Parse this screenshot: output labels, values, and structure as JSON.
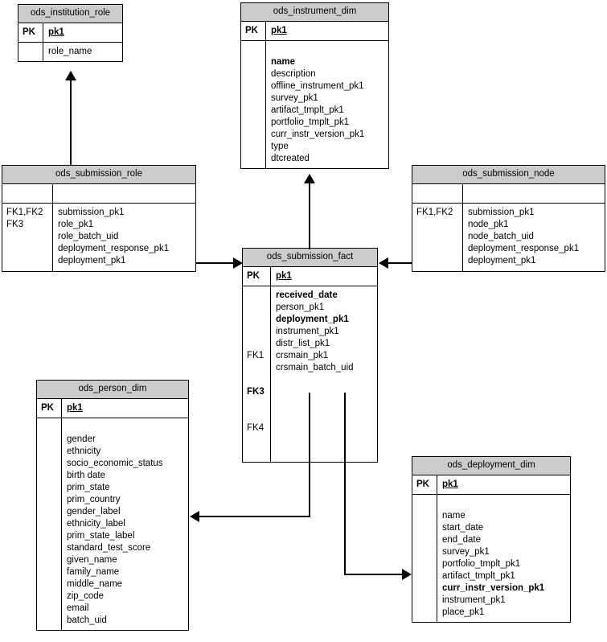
{
  "diagram": {
    "title": "ODS star schema entity relationship diagram",
    "header_fill": "#cccccc",
    "line_color": "#000000",
    "background": "#ffffff"
  },
  "entities": {
    "institution_role": {
      "name": "ods_institution_role",
      "pk_label": "PK",
      "pk_field": "pk1",
      "fk_label": "",
      "fields": [
        "role_name"
      ]
    },
    "instrument_dim": {
      "name": "ods_instrument_dim",
      "pk_label": "PK",
      "pk_field": "pk1",
      "fk_label": "",
      "fields": [
        "name",
        "description",
        "offline_instrument_pk1",
        "survey_pk1",
        "artifact_tmplt_pk1",
        "portfolio_tmplt_pk1",
        "curr_instr_version_pk1",
        "type",
        "dtcreated"
      ],
      "bold_fields": [
        "name"
      ]
    },
    "submission_role": {
      "name": "ods_submission_role",
      "pk_label": "",
      "pk_field": "",
      "fk_label": "FK1,FK2\nFK3",
      "fields": [
        "submission_pk1",
        "role_pk1",
        "role_batch_uid",
        "deployment_response_pk1",
        "deployment_pk1"
      ]
    },
    "submission_node": {
      "name": "ods_submission_node",
      "pk_label": "",
      "pk_field": "",
      "fk_label": "FK1,FK2",
      "fields": [
        "submission_pk1",
        "node_pk1",
        "node_batch_uid",
        "deployment_response_pk1",
        "deployment_pk1"
      ]
    },
    "submission_fact": {
      "name": "ods_submission_fact",
      "pk_label": "PK",
      "pk_field": "pk1",
      "fk_rows": [
        "",
        "FK1",
        "FK3",
        "FK4",
        "",
        "",
        ""
      ],
      "fk_bold_rows": [
        "FK3"
      ],
      "fields": [
        "received_date",
        "person_pk1",
        "deployment_pk1",
        "instrument_pk1",
        "distr_list_pk1",
        "crsmain_pk1",
        "crsmain_batch_uid"
      ],
      "bold_fields": [
        "received_date",
        "deployment_pk1"
      ]
    },
    "person_dim": {
      "name": "ods_person_dim",
      "pk_label": "PK",
      "pk_field": "pk1",
      "fk_label": "",
      "fields": [
        "gender",
        "ethnicity",
        "socio_economic_status",
        "birth date",
        "prim_state",
        "prim_country",
        "gender_label",
        "ethnicity_label",
        "prim_state_label",
        "standard_test_score",
        "given_name",
        "family_name",
        "middle_name",
        "zip_code",
        "email",
        "batch_uid"
      ]
    },
    "deployment_dim": {
      "name": "ods_deployment_dim",
      "pk_label": "PK",
      "pk_field": "pk1",
      "fk_label": "",
      "fields": [
        "name",
        "start_date",
        "end_date",
        "survey_pk1",
        "portfolio_tmplt_pk1",
        "artifact_tmplt_pk1",
        "curr_instr_version_pk1",
        "instrument_pk1",
        "place_pk1"
      ],
      "bold_fields": [
        "curr_instr_version_pk1"
      ]
    }
  },
  "relationships": [
    {
      "from": "ods_submission_role",
      "to": "ods_institution_role",
      "direction": "up"
    },
    {
      "from": "ods_submission_fact",
      "to": "ods_instrument_dim",
      "direction": "up"
    },
    {
      "from": "ods_submission_role",
      "to": "ods_submission_fact",
      "direction": "right"
    },
    {
      "from": "ods_submission_node",
      "to": "ods_submission_fact",
      "direction": "left"
    },
    {
      "from": "ods_submission_fact",
      "to": "ods_person_dim",
      "direction": "left"
    },
    {
      "from": "ods_submission_fact",
      "to": "ods_deployment_dim",
      "direction": "right"
    }
  ]
}
